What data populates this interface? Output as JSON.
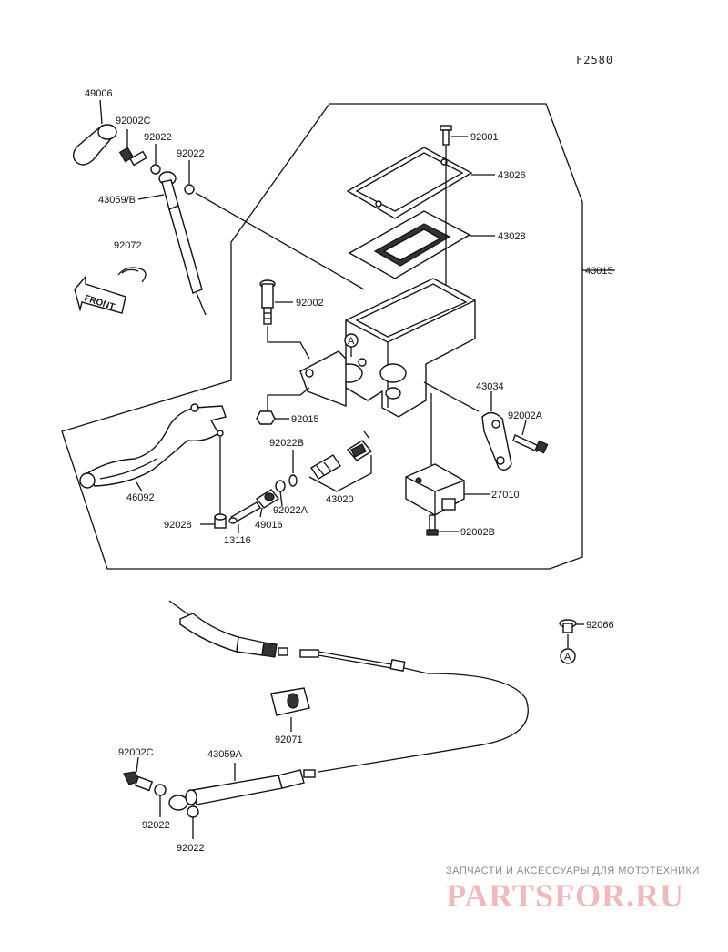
{
  "figure_code": "F2580",
  "front_arrow_text": "FRONT",
  "callout_marker": "A",
  "labels": {
    "p49006": "49006",
    "p92002C_top": "92002C",
    "p92022_a": "92022",
    "p92022_b": "92022",
    "p43059B": "43059/B",
    "p92072": "92072",
    "p92001": "92001",
    "p43026": "43026",
    "p43028": "43028",
    "p43015": "43015",
    "p92002": "92002",
    "p43034": "43034",
    "p92002A": "92002A",
    "p92015": "92015",
    "p92022B": "92022B",
    "p43020": "43020",
    "p46092": "46092",
    "p27010": "27010",
    "p92022A": "92022A",
    "p49016": "49016",
    "p92028": "92028",
    "p13116": "13116",
    "p92002B": "92002B",
    "p92066": "92066",
    "p92071": "92071",
    "p92002C_bottom": "92002C",
    "p43059A": "43059A",
    "p92022_c": "92022",
    "p92022_d": "92022"
  },
  "watermark": {
    "tagline": "ЗАПЧАСТИ И АКСЕССУАРЫ ДЛЯ МОТОТЕХНИКИ",
    "logo": "PARTSFOR.RU"
  }
}
